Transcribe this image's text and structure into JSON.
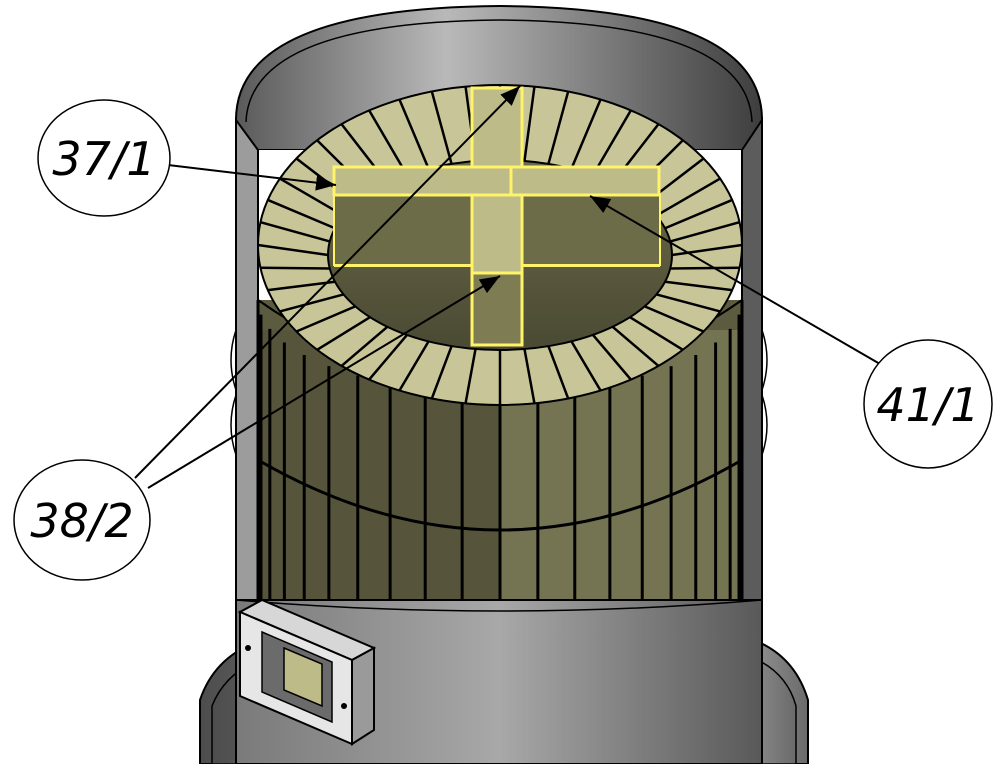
{
  "callouts": [
    {
      "id": "c1",
      "label": "37/1"
    },
    {
      "id": "c2",
      "label": "38/2"
    },
    {
      "id": "c3",
      "label": "41/1"
    }
  ],
  "colors": {
    "brick_light": "#c8c699",
    "brick_mid": "#8c8a5c",
    "brick_dark": "#4e4d38",
    "highlight": "#fff36a",
    "steel_light": "#e3e3e3",
    "steel_mid": "#a0a0a0",
    "steel_dark": "#4a4a4a"
  }
}
